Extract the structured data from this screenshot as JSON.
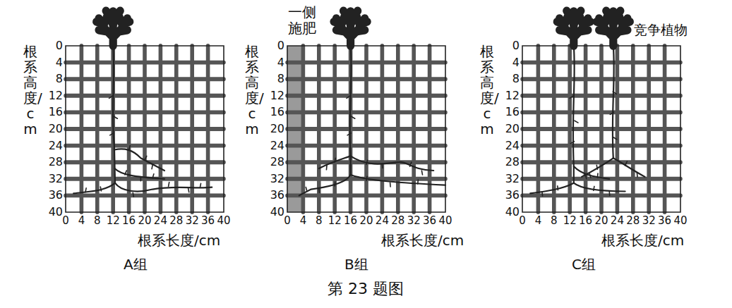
{
  "diagram": {
    "caption": "第 23 题图",
    "labels": [
      "根系高度/cm",
      "0",
      "4",
      "8",
      "12",
      "16",
      "20",
      "24",
      "28",
      "32",
      "36",
      "40",
      "0",
      "4",
      "8",
      "12",
      "16",
      "20",
      "24",
      "28",
      "32",
      "36",
      "40",
      "根系长度/cm",
      "A组",
      "一侧施肥",
      "根系高度/cm",
      "0",
      "4",
      "8",
      "12",
      "16",
      "20",
      "24",
      "28",
      "32",
      "36",
      "40",
      "0",
      "4",
      "8",
      "12",
      "16",
      "20",
      "24",
      "28",
      "32",
      "36",
      "40",
      "根系长度/cm",
      "B组",
      "竞争植物",
      "根系高度/cm",
      "0",
      "4",
      "8",
      "12",
      "16",
      "20",
      "24",
      "28",
      "32",
      "36",
      "40",
      "0",
      "4",
      "8",
      "12",
      "16",
      "20",
      "24",
      "28",
      "32",
      "36",
      "40",
      "根系长度/cm",
      "C组"
    ]
  }
}
